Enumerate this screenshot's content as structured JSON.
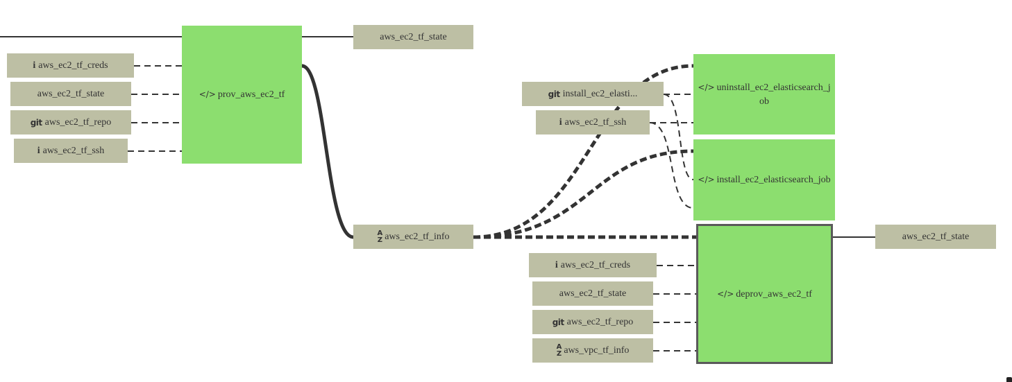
{
  "jobs": {
    "prov": {
      "icon": "code-icon",
      "label": "prov_aws_ec2_tf"
    },
    "uninstall": {
      "icon": "code-icon",
      "label": "uninstall_ec2_elasticsearch_job"
    },
    "install": {
      "icon": "code-icon",
      "label": "install_ec2_elasticsearch_job"
    },
    "deprov": {
      "icon": "code-icon",
      "label": "deprov_aws_ec2_tf"
    }
  },
  "resources": {
    "prov_out_state": {
      "icon": "",
      "label": "aws_ec2_tf_state"
    },
    "prov_creds": {
      "icon": "info-icon",
      "label": "aws_ec2_tf_creds"
    },
    "prov_state": {
      "icon": "",
      "label": "aws_ec2_tf_state"
    },
    "prov_repo": {
      "icon": "git-icon",
      "label": "aws_ec2_tf_repo"
    },
    "prov_ssh": {
      "icon": "info-icon",
      "label": "aws_ec2_tf_ssh"
    },
    "info": {
      "icon": "sort-az-icon",
      "label": "aws_ec2_tf_info"
    },
    "install_repo": {
      "icon": "git-icon",
      "label": "install_ec2_elasti..."
    },
    "install_ssh": {
      "icon": "info-icon",
      "label": "aws_ec2_tf_ssh"
    },
    "deprov_out_state": {
      "icon": "",
      "label": "aws_ec2_tf_state"
    },
    "deprov_creds": {
      "icon": "info-icon",
      "label": "aws_ec2_tf_creds"
    },
    "deprov_state": {
      "icon": "",
      "label": "aws_ec2_tf_state"
    },
    "deprov_repo": {
      "icon": "git-icon",
      "label": "aws_ec2_tf_repo"
    },
    "deprov_vpc": {
      "icon": "sort-az-icon",
      "label": "aws_vpc_tf_info"
    }
  },
  "icon_glyphs": {
    "code": "</>",
    "info": "i",
    "git": "git",
    "sort_top": "A",
    "sort_bottom": "Z"
  },
  "colors": {
    "job": "#8cde6f",
    "resource": "#bdbfa4",
    "wire": "#333333",
    "selected_border": "#5a5a5a"
  }
}
